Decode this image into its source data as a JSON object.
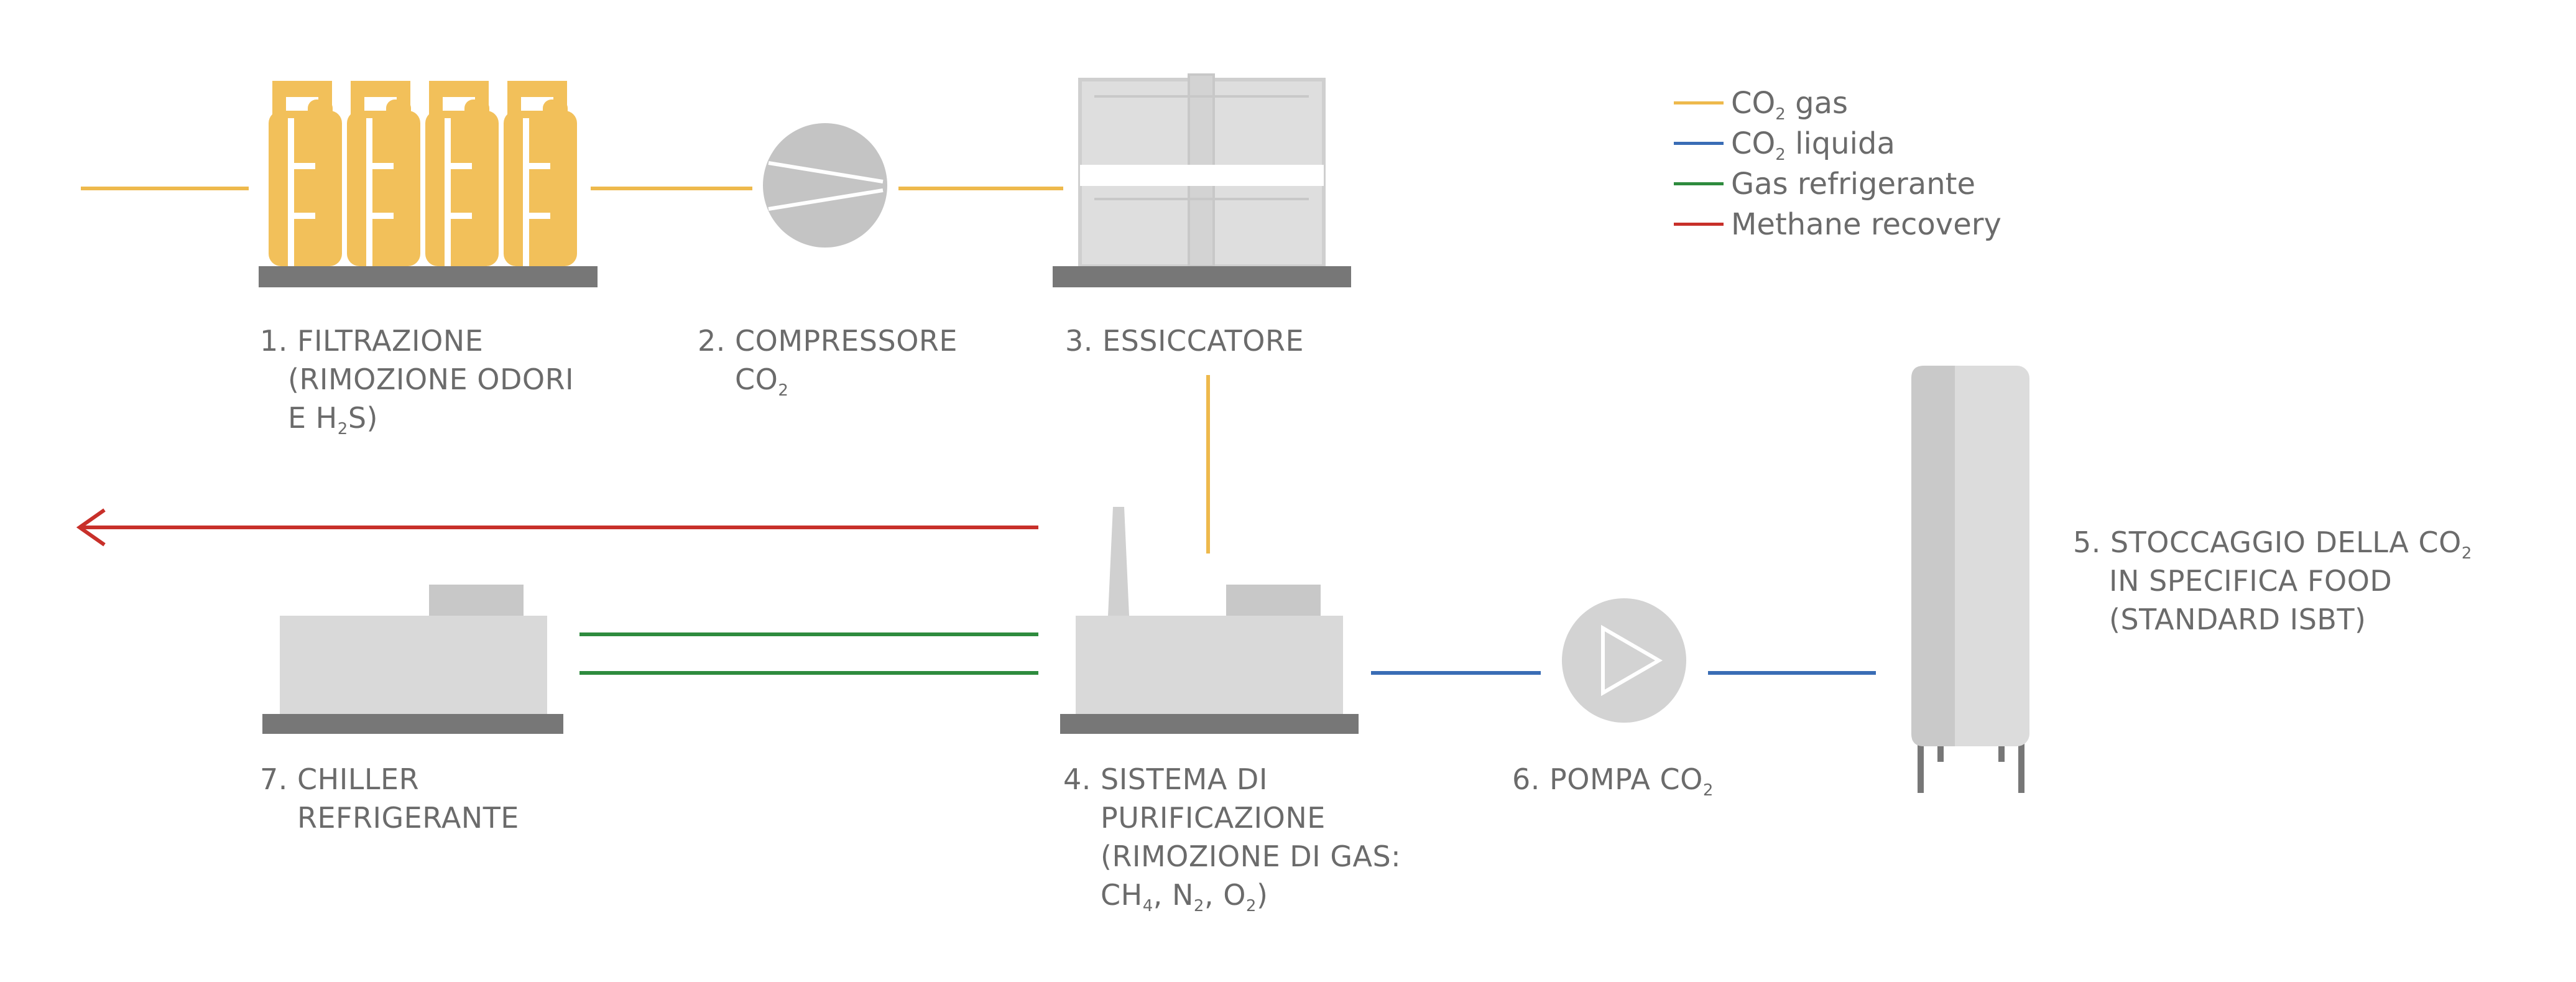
{
  "colors": {
    "co2_gas": "#eeb94c",
    "co2_liquid": "#3a6db5",
    "refrigerant": "#2e8b3e",
    "methane": "#c8302a",
    "equipment_light": "#d9d9d9",
    "equipment_mid": "#c4c4c4",
    "base": "#777777",
    "filter_yellow": "#f2c05a",
    "text": "#6b6b6b"
  },
  "legend": [
    {
      "id": "co2-gas",
      "pre": "CO",
      "sub": "2",
      "post": " gas",
      "color": "#eeb94c"
    },
    {
      "id": "co2-liquida",
      "pre": "CO",
      "sub": "2",
      "post": " liquida",
      "color": "#3a6db5"
    },
    {
      "id": "gas-refrigerante",
      "pre": "Gas refrigerante",
      "sub": "",
      "post": "",
      "color": "#2e8b3e"
    },
    {
      "id": "methane-recovery",
      "pre": "Methane recovery",
      "sub": "",
      "post": "",
      "color": "#c8302a"
    }
  ],
  "labels": {
    "filtrazione": {
      "line1": "1. FILTRAZIONE",
      "line2": "(RIMOZIONE ODORI",
      "line3_pre": "E H",
      "line3_sub": "2",
      "line3_post": "S)"
    },
    "compressore": {
      "line1": "2. COMPRESSORE",
      "line2_pre": "CO",
      "line2_sub": "2"
    },
    "essiccatore": {
      "line1": "3. ESSICCATORE"
    },
    "purificazione": {
      "line1": "4. SISTEMA DI",
      "line2": "PURIFICAZIONE",
      "line3": "(RIMOZIONE DI GAS:",
      "line4_a": "CH",
      "line4_a_sub": "4",
      "line4_b": ", N",
      "line4_b_sub": "2",
      "line4_c": ", O",
      "line4_c_sub": "2",
      "line4_d": ")"
    },
    "stoccaggio": {
      "line1_pre": "5. STOCCAGGIO DELLA CO",
      "line1_sub": "2",
      "line2": "IN SPECIFICA FOOD",
      "line3": "(STANDARD ISBT)"
    },
    "pompa": {
      "line1_pre": "6. POMPA CO",
      "line1_sub": "2"
    },
    "chiller": {
      "line1": "7. CHILLER",
      "line2": "REFRIGERANTE"
    }
  }
}
